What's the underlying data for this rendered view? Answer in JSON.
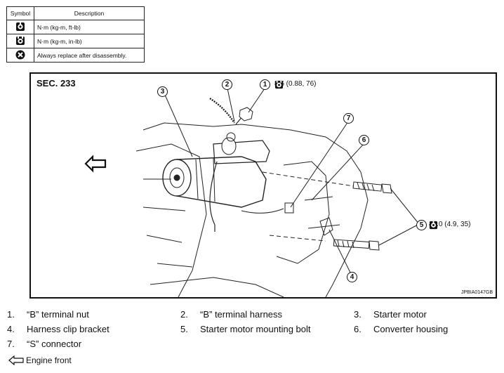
{
  "legend": {
    "header_symbol": "Symbol",
    "header_description": "Description",
    "rows": [
      {
        "icon": "torque-kgm-icon",
        "description": "N·m (kg-m, ft-lb)"
      },
      {
        "icon": "torque-in-lb-icon",
        "description": "N·m (kg-m, in-lb)"
      },
      {
        "icon": "replace-icon",
        "description": "Always replace after disassembly."
      }
    ]
  },
  "diagram": {
    "section": "SEC. 233",
    "figure_code": "JPBIA0147GB",
    "torque_1": "8.6 (0.88, 76)",
    "torque_5": "48.0 (4.9, 35)",
    "callouts": [
      "1",
      "2",
      "3",
      "4",
      "5",
      "6",
      "7"
    ]
  },
  "parts": [
    {
      "num": "1.",
      "name": "“B” terminal nut"
    },
    {
      "num": "2.",
      "name": "“B” terminal harness"
    },
    {
      "num": "3.",
      "name": "Starter motor"
    },
    {
      "num": "4.",
      "name": "Harness clip bracket"
    },
    {
      "num": "5.",
      "name": "Starter motor mounting bolt"
    },
    {
      "num": "6.",
      "name": "Converter housing"
    },
    {
      "num": "7.",
      "name": "“S” connector"
    }
  ],
  "footer": {
    "icon": "engine-front-arrow-icon",
    "text": "Engine front"
  }
}
